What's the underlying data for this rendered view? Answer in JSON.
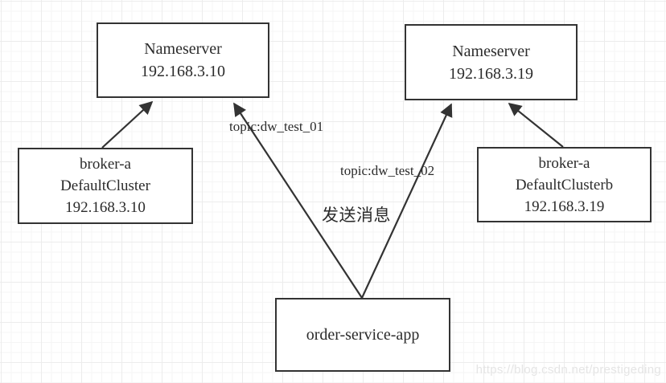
{
  "diagram": {
    "nodes": [
      {
        "id": "nameserver-left",
        "lines": [
          "Nameserver",
          "192.168.3.10"
        ]
      },
      {
        "id": "nameserver-right",
        "lines": [
          "Nameserver",
          "192.168.3.19"
        ]
      },
      {
        "id": "broker-left",
        "lines": [
          "broker-a",
          "DefaultCluster",
          "192.168.3.10"
        ]
      },
      {
        "id": "broker-right",
        "lines": [
          "broker-a",
          "DefaultClusterb",
          "192.168.3.19"
        ]
      },
      {
        "id": "order-service-app",
        "lines": [
          "order-service-app"
        ]
      }
    ],
    "edges": [
      {
        "from": "broker-left",
        "to": "nameserver-left",
        "label": ""
      },
      {
        "from": "order-service-app",
        "to": "nameserver-left",
        "label": "topic:dw_test_01"
      },
      {
        "from": "order-service-app",
        "to": "nameserver-right",
        "label": "topic:dw_test_02"
      },
      {
        "from": "broker-right",
        "to": "nameserver-right",
        "label": ""
      }
    ],
    "annotation": "发送消息"
  },
  "watermark": "https://blog.csdn.net/prestigeding",
  "colors": {
    "stroke": "#333333",
    "text": "#2b2b2b",
    "watermark": "#e5e5e5",
    "bg": "#ffffff",
    "grid_minor": "#f5f5f5",
    "grid_major": "#ececec"
  }
}
